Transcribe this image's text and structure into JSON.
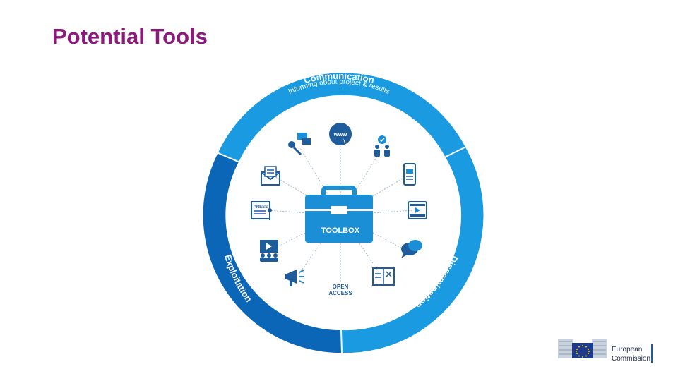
{
  "title": "Potential Tools",
  "wheel": {
    "segments": [
      {
        "title": "Communication",
        "subtitle": "Informing about project & results"
      },
      {
        "title": "Dissemination",
        "subtitle": "Describing & making results available for USE"
      },
      {
        "title": "Exploitation",
        "subtitle": "Making use of results"
      }
    ],
    "center": {
      "label": "TOOLBOX"
    },
    "open_access": {
      "line1": "OPEN",
      "line2": "ACCESS"
    },
    "www_label": "www",
    "press_label": "PRESS",
    "icons": [
      "web-icon",
      "meeting-icon",
      "brochure-icon",
      "video-icon",
      "chat-icon",
      "publication-icon",
      "open-access-icon",
      "megaphone-icon",
      "presentation-icon",
      "press-release-icon",
      "newsletter-icon",
      "interview-icon"
    ]
  },
  "logo": {
    "line1": "European",
    "line2": "Commission"
  },
  "colors": {
    "title": "#8b1a7d",
    "ring_light": "#1a9ae0",
    "ring_dark": "#0b66b8",
    "inner": "#ffffff",
    "icon": "#1e5c9c",
    "toolbox": "#1a8fd6"
  }
}
